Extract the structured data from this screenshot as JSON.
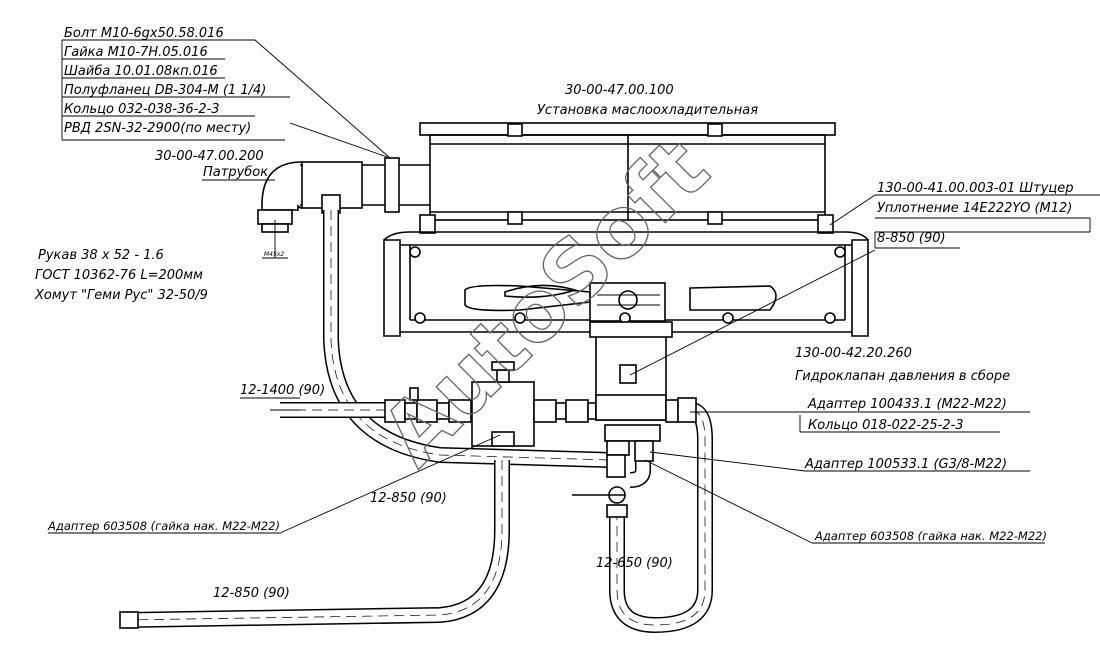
{
  "colors": {
    "line": "#000000",
    "background": "#ffffff",
    "watermark": "#666666"
  },
  "callout_stack": {
    "items": [
      "Болт М10-6gх50.58.016",
      "Гайка М10-7Н.05.016",
      "Шайба 10.01.08кп.016",
      "Полуфланец DB-304-M (1 1/4)",
      "Кольцо 032-038-36-2-3",
      "РВД 2SN-32-2900(по месту)"
    ]
  },
  "assemblies": {
    "cooler_code": "30-00-47.00.100",
    "cooler_name": "Установка маслоохладительная",
    "branch_code": "30-00-47.00.200",
    "branch_name": "Патрубок",
    "valve_code": "130-00-42.20.260",
    "valve_name": "Гидроклапан давления в сборе"
  },
  "hose_spec": {
    "line1": "Рукав 38 х 52 - 1.6",
    "line2": "ГОСТ 10362-76 L=200мм",
    "line3": "Хомут \"Геми Рус\" 32-50/9"
  },
  "fitting_stack": {
    "items": [
      "130-00-41.00.003-01 Штуцер",
      "Уплотнение 14Е222YO (М12)",
      "8-850 (90)"
    ]
  },
  "adapter_stack": {
    "items": [
      "Адаптер 100433.1 (М22-М22)",
      "Кольцо 018-022-25-2-3"
    ]
  },
  "labels": {
    "hose_12_1400": "12-1400 (90)",
    "hose_12_850_a": "12-850 (90)",
    "hose_12_850_b": "12-850 (90)",
    "hose_12_650": "12-650 (90)",
    "adapter_100533": "Адаптер 100533.1 (G3/8-М22)",
    "adapter_left": "Адаптер 603508 (гайка нак. М22-М22)",
    "adapter_right": "Адаптер 603508 (гайка нак. М22-М22)",
    "thread_mark": "М45х2"
  },
  "watermark": {
    "text": "AutoSoft"
  }
}
